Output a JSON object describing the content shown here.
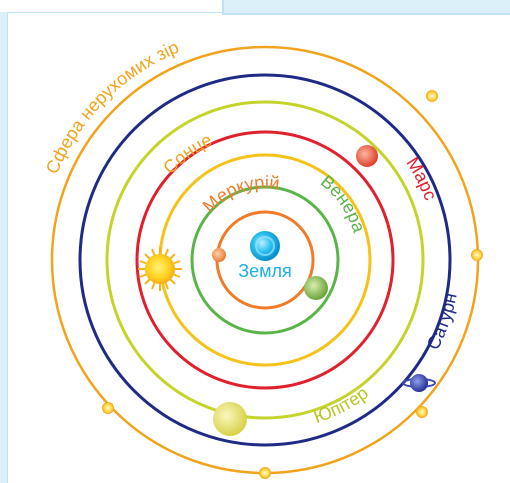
{
  "diagram": {
    "orbits": [
      {
        "id": "sphere",
        "label": "Сфера нерухомих зір",
        "color": "#f2a31c"
      },
      {
        "id": "saturn",
        "label": "Сатурн",
        "color": "#1f2a86"
      },
      {
        "id": "jupiter",
        "label": "Юпітер",
        "color": "#c6d32a"
      },
      {
        "id": "mars",
        "label": "Марс",
        "color": "#e0202c"
      },
      {
        "id": "sun",
        "label": "Сонце",
        "color": "#f2a31c"
      },
      {
        "id": "venus",
        "label": "Венера",
        "color": "#5bb449"
      },
      {
        "id": "mercury",
        "label": "Меркурій",
        "color": "#f07c2a"
      }
    ],
    "center": {
      "label": "Земля",
      "color": "#1ab0e6"
    }
  }
}
